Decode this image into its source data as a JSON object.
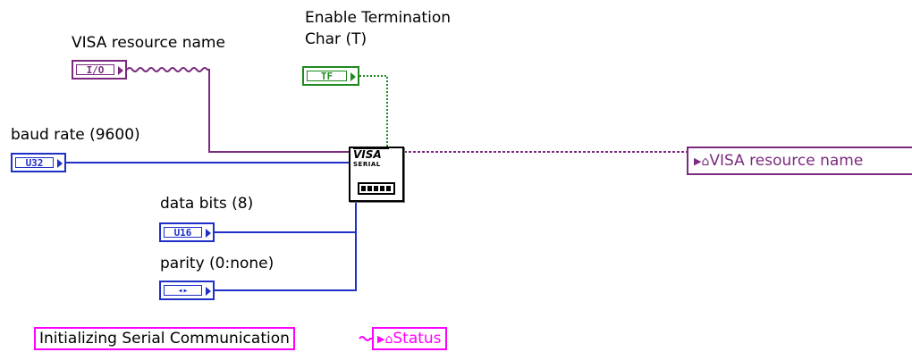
{
  "labels": {
    "visa_resource": "VISA resource name",
    "enable_term_line1": "Enable Termination",
    "enable_term_line2": "Char (T)",
    "baud_rate": "baud rate (9600)",
    "data_bits": "data bits (8)",
    "parity": "parity (0:none)"
  },
  "terminals": {
    "visa_type": "I/O",
    "enable_type": "TF",
    "baud_type": "U32",
    "data_bits_type": "U16"
  },
  "vi_node": {
    "title": "VISA",
    "subtitle": "SERIAL"
  },
  "indicators": {
    "visa_out_label": "VISA resource name",
    "status_label": "Status"
  },
  "constants": {
    "status_text": "Initializing Serial Communication"
  },
  "colors": {
    "refnum_wire": "#7b2a7f",
    "boolean_wire": "#1f8a1f",
    "numeric_wire": "#1f2fc8",
    "string_wire": "#ff00ff"
  }
}
